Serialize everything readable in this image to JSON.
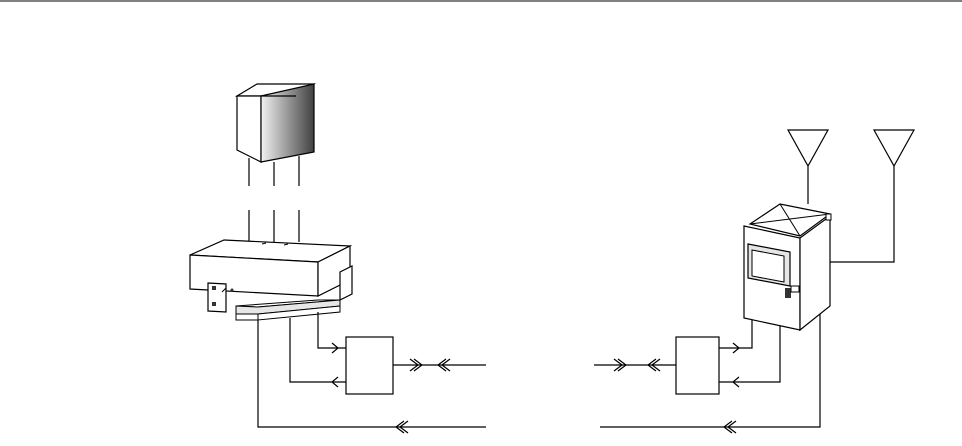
{
  "diagram": {
    "colors": {
      "stroke": "#000000",
      "background": "#ffffff",
      "gradient_light": "#f2f2f2",
      "gradient_dark": "#404040",
      "panel_fill": "#e6e6e6",
      "accent_dark": "#333333"
    },
    "components": [
      {
        "id": "top-rule",
        "kind": "horizontal-rule"
      },
      {
        "id": "shaded-cube",
        "kind": "cube-box-icon"
      },
      {
        "id": "rack-unit",
        "kind": "rack-mount-chassis-icon"
      },
      {
        "id": "left-junction-box",
        "kind": "blank-box"
      },
      {
        "id": "right-junction-box",
        "kind": "blank-box"
      },
      {
        "id": "outdoor-cabinet",
        "kind": "outdoor-cabinet-icon"
      },
      {
        "id": "antenna-1",
        "kind": "antenna-icon"
      },
      {
        "id": "antenna-2",
        "kind": "antenna-icon"
      }
    ],
    "connectors": [
      {
        "id": "cube-to-rack-leads",
        "style": "broken-triple-line"
      },
      {
        "id": "rack-to-left-box-upper",
        "arrow": "single"
      },
      {
        "id": "rack-to-left-box-lower",
        "arrow": "single"
      },
      {
        "id": "left-box-outbound",
        "arrow": "double-break"
      },
      {
        "id": "right-box-inbound",
        "arrow": "double-break"
      },
      {
        "id": "cabinet-to-right-box-upper",
        "arrow": "single"
      },
      {
        "id": "cabinet-to-right-box-lower",
        "arrow": "single"
      },
      {
        "id": "bottom-return-left",
        "arrow": "double"
      },
      {
        "id": "bottom-return-right",
        "arrow": "double"
      },
      {
        "id": "antenna-1-feed",
        "arrow": "none"
      },
      {
        "id": "antenna-2-feed",
        "arrow": "none"
      }
    ]
  }
}
